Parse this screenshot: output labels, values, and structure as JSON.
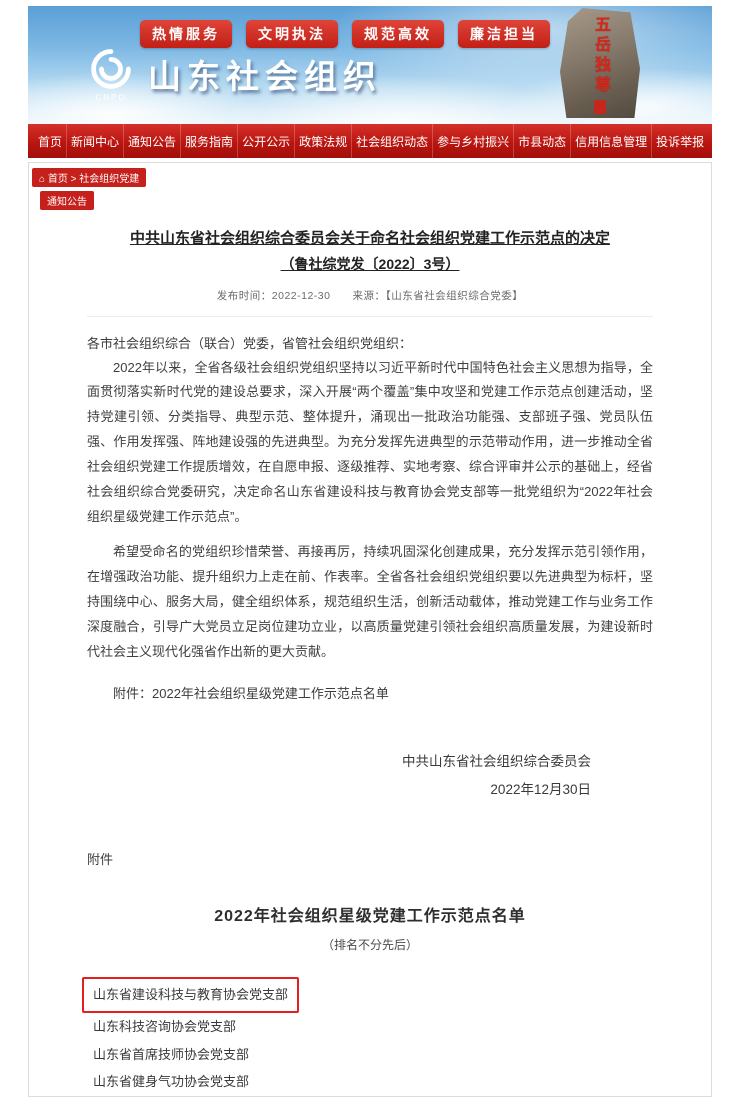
{
  "header": {
    "slogans": [
      "热情服务",
      "文明执法",
      "规范高效",
      "廉洁担当"
    ],
    "logo_text": "CNPO",
    "site_title": "山东社会组织",
    "mountain_inscription": "五岳独尊"
  },
  "nav": {
    "items": [
      "首页",
      "新闻中心",
      "通知公告",
      "服务指南",
      "公开公示",
      "政策法规",
      "社会组织动态",
      "参与乡村振兴",
      "市县动态",
      "信用信息管理",
      "投诉举报"
    ]
  },
  "breadcrumb": {
    "icon": "⌂",
    "path": "首页 > 社会组织党建",
    "tag": "通知公告"
  },
  "article": {
    "title": "中共山东省社会组织综合委员会关于命名社会组织党建工作示范点的决定",
    "doc_number": "（鲁社综党发〔2022〕3号）",
    "meta": "发布时间：2022-12-30　　来源：【山东省社会组织综合党委】",
    "salutation": "各市社会组织综合（联合）党委，省管社会组织党组织：",
    "paragraphs": [
      "2022年以来，全省各级社会组织党组织坚持以习近平新时代中国特色社会主义思想为指导，全面贯彻落实新时代党的建设总要求，深入开展“两个覆盖”集中攻坚和党建工作示范点创建活动，坚持党建引领、分类指导、典型示范、整体提升，涌现出一批政治功能强、支部班子强、党员队伍强、作用发挥强、阵地建设强的先进典型。为充分发挥先进典型的示范带动作用，进一步推动全省社会组织党建工作提质增效，在自愿申报、逐级推荐、实地考察、综合评审并公示的基础上，经省社会组织综合党委研究，决定命名山东省建设科技与教育协会党支部等一批党组织为“2022年社会组织星级党建工作示范点”。",
      "希望受命名的党组织珍惜荣誉、再接再厉，持续巩固深化创建成果，充分发挥示范引领作用，在增强政治功能、提升组织力上走在前、作表率。全省各社会组织党组织要以先进典型为标杆，坚持围绕中心、服务大局，健全组织体系，规范组织生活，创新活动载体，推动党建工作与业务工作深度融合，引导广大党员立足岗位建功立业，以高质量党建引领社会组织高质量发展，为建设新时代社会主义现代化强省作出新的更大贡献。"
    ],
    "attachment_note": "附件：2022年社会组织星级党建工作示范点名单",
    "signature": "中共山东省社会组织综合委员会",
    "signature_date": "2022年12月30日",
    "appendix_label": "附件",
    "appendix_title": "2022年社会组织星级党建工作示范点名单",
    "appendix_subtitle": "（排名不分先后）",
    "list": [
      {
        "name": "山东省建设科技与教育协会党支部",
        "highlighted": true
      },
      {
        "name": "山东科技咨询协会党支部",
        "highlighted": false
      },
      {
        "name": "山东省首席技师协会党支部",
        "highlighted": false
      },
      {
        "name": "山东省健身气功协会党支部",
        "highlighted": false
      }
    ]
  },
  "colors": {
    "nav_red": "#b8140f",
    "badge_red": "#c21f16",
    "highlight_red": "#e31f1f"
  }
}
